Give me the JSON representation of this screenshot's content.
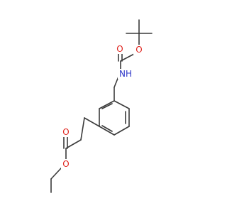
{
  "molecule": {
    "atoms": {
      "o_boc_carbonyl": {
        "symbol": "O",
        "color": "#e0251f"
      },
      "o_boc_ether": {
        "symbol": "O",
        "color": "#e0251f"
      },
      "n_carbamate": {
        "symbol": "NH",
        "color": "#2d36c9"
      },
      "o_ester_carbonyl": {
        "symbol": "O",
        "color": "#e0251f"
      },
      "o_ester_ether": {
        "symbol": "O",
        "color": "#e0251f"
      }
    },
    "bond_color": "#3a3a3a"
  }
}
